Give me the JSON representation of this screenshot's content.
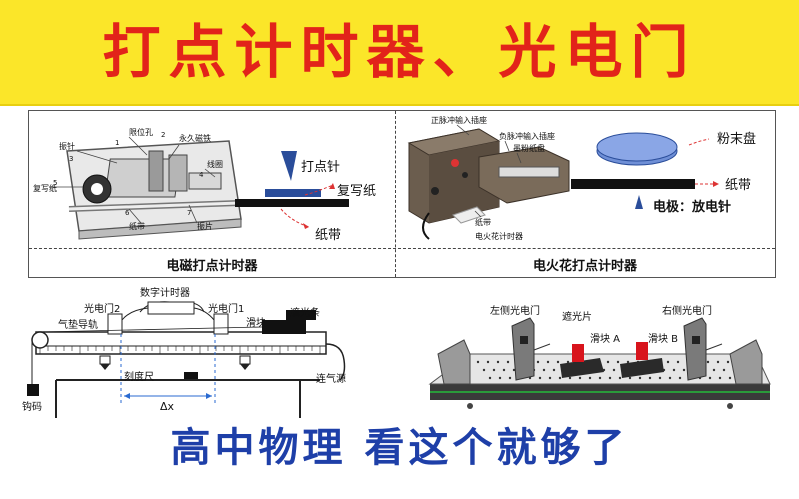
{
  "banner": {
    "title": "打点计时器、光电门"
  },
  "timer_panel": {
    "left": {
      "caption": "电磁打点计时器",
      "parts": [
        "限位孔",
        "永久磁铁",
        "振针",
        "线圈",
        "复写纸",
        "纸带",
        "振片"
      ],
      "numbers": [
        "1",
        "2",
        "3",
        "4",
        "5",
        "6",
        "7"
      ],
      "schematic": {
        "needle": "打点针",
        "carbon": "复写纸",
        "tape": "纸带"
      }
    },
    "right": {
      "caption": "电火花打点计时器",
      "parts": [
        "正脉冲输入插座",
        "负脉冲输入插座",
        "墨粉纸盘",
        "纸带",
        "电火花计时器"
      ],
      "schematic": {
        "disc": "粉末盘",
        "tape": "纸带",
        "electrode": "电极：放电针"
      }
    }
  },
  "airtrack": {
    "gate2": "光电门2",
    "timer": "数字计时器",
    "gate1": "光电门1",
    "track": "气垫导轨",
    "slider": "滑块",
    "shade": "遮光条",
    "scale": "刻度尺",
    "air": "连气源",
    "weight": "钩码",
    "delta": "Δx"
  },
  "gates": {
    "left_gate": "左侧光电门",
    "shade": "遮光片",
    "right_gate": "右侧光电门",
    "slider_a": "滑块 A",
    "slider_b": "滑块 B"
  },
  "footer": {
    "text": "高中物理 看这个就够了"
  },
  "colors": {
    "banner_bg": "#fbe629",
    "title": "#e2231a",
    "footer": "#1e3fa8",
    "shade_red": "#d8141c"
  }
}
